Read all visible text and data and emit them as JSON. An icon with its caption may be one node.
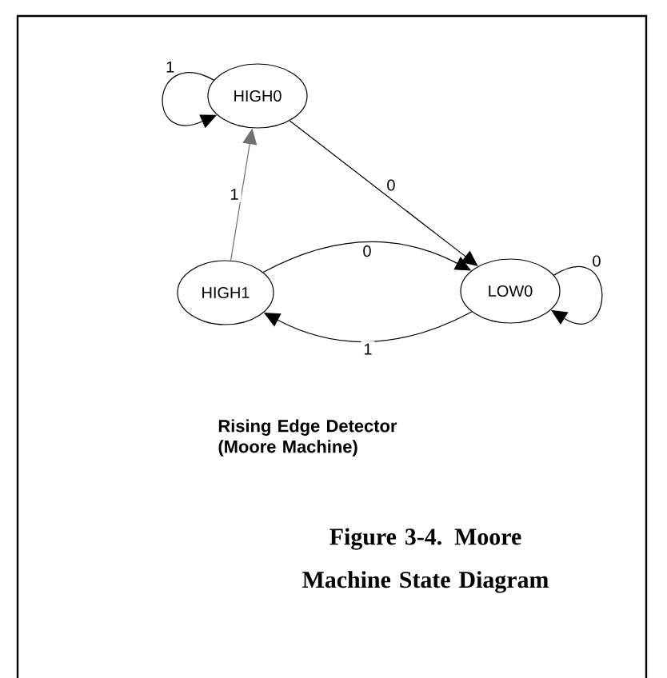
{
  "diagram": {
    "title": "Rising Edge Detector (Moore Machine)",
    "caption": "Figure 3-4. Moore Machine State Diagram",
    "nodes": [
      {
        "text": [
          "HIGH0"
        ]
      },
      {
        "text": [
          "HIGH1"
        ]
      },
      {
        "text": [
          "LOW0"
        ]
      }
    ],
    "edges": [
      {
        "from": 0,
        "to": 0,
        "label": "1",
        "arrow": "to"
      },
      {
        "from": 0,
        "to": 2,
        "label": "0",
        "arrow": "to"
      },
      {
        "from": 1,
        "to": 0,
        "label": "1",
        "arrow": "to",
        "color": "#707070"
      },
      {
        "from": 1,
        "to": 2,
        "label": "0",
        "arrow": "to"
      },
      {
        "from": 2,
        "to": 1,
        "label": "1",
        "arrow": "to"
      },
      {
        "from": 2,
        "to": 2,
        "label": "0",
        "arrow": "to"
      }
    ]
  }
}
